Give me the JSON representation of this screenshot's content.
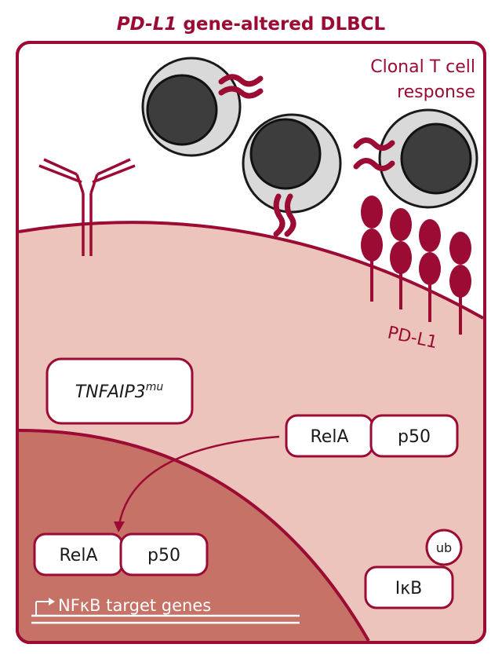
{
  "title": {
    "italic_part": "PD-L1",
    "rest": " gene-altered DLBCL"
  },
  "labels": {
    "clonal_line1": "Clonal T cell",
    "clonal_line2": "response",
    "pdl1": "PD-L1",
    "tnfaip3_base": "TNFAIP3",
    "tnfaip3_sup": "mu",
    "rela_cytoplasm": "RelA",
    "p50_cytoplasm": "p50",
    "rela_nucleus": "RelA",
    "p50_nucleus": "p50",
    "ub": "ub",
    "ikb": "IκB",
    "nfkb_genes": "NFκB target genes"
  },
  "colors": {
    "crimson": "#9b0b33",
    "cell": "#ecc4bb",
    "nucleus": "#c67266",
    "tcell_outer": "#d9d9d9",
    "tcell_inner": "#3d3d3d",
    "white": "#ffffff"
  },
  "icons": [
    "antibody-icon",
    "t-cell-icon",
    "tcr-icon",
    "pd-l1-receptor-icon",
    "transcription-arrow-icon"
  ]
}
